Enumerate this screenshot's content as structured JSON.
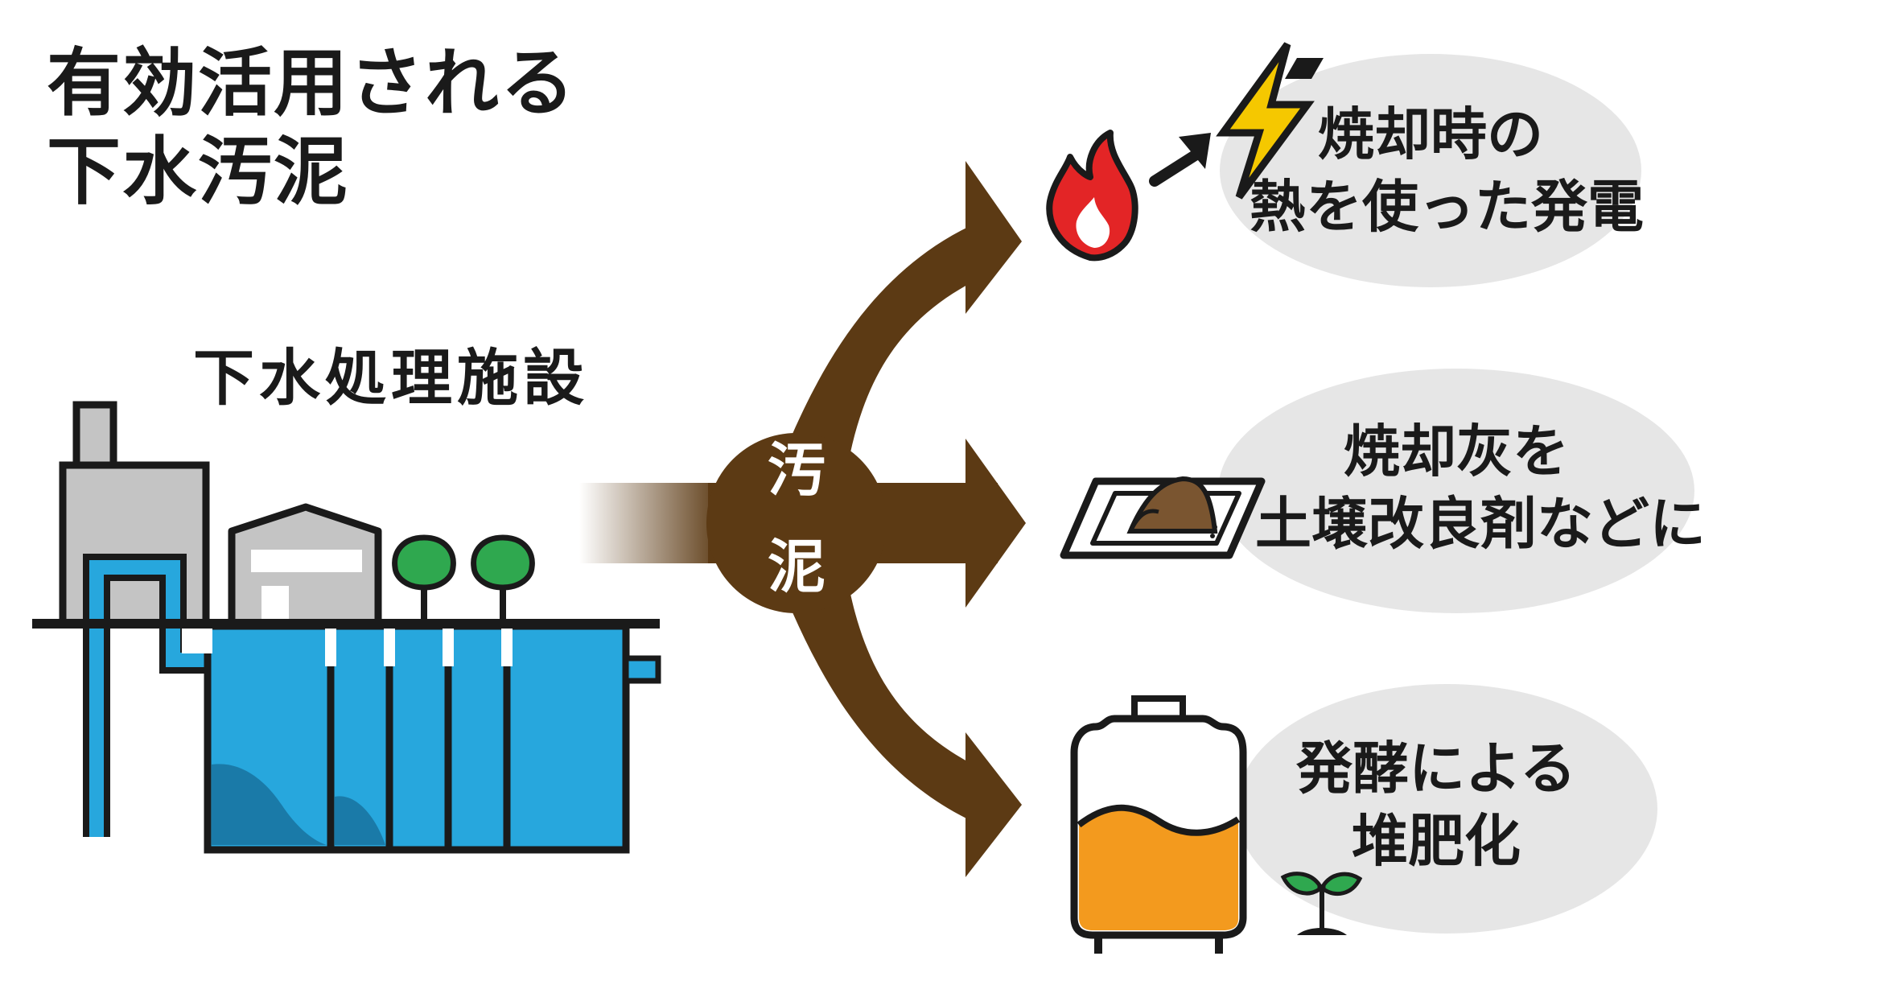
{
  "title": {
    "line1": "有効活用される",
    "line2": "下水汚泥"
  },
  "facility": {
    "label": "下水処理施設"
  },
  "hub": {
    "char1": "汚",
    "char2": "泥"
  },
  "outputs": [
    {
      "line1": "焼却時の",
      "line2": "熱を使った発電"
    },
    {
      "line1": "焼却灰を",
      "line2": "土壌改良剤などに"
    },
    {
      "line1": "発酵による",
      "line2": "堆肥化"
    }
  ],
  "colors": {
    "sludge_brown": "#5c3a14",
    "water_blue": "#27a7dd",
    "deep_blue": "#1a7aa8",
    "building_gray": "#c4c4c4",
    "tree_green": "#2fa84f",
    "bubble_gray": "#e6e6e6",
    "flame_red": "#e32526",
    "bolt_yellow": "#f5c800",
    "tank_orange": "#f39a1e",
    "ash_brown": "#7a5530"
  },
  "icons": [
    "flame-icon",
    "arrow-icon",
    "lightning-icon",
    "ash-tray-icon",
    "compost-tank-icon",
    "sprout-icon",
    "tree-icon"
  ]
}
